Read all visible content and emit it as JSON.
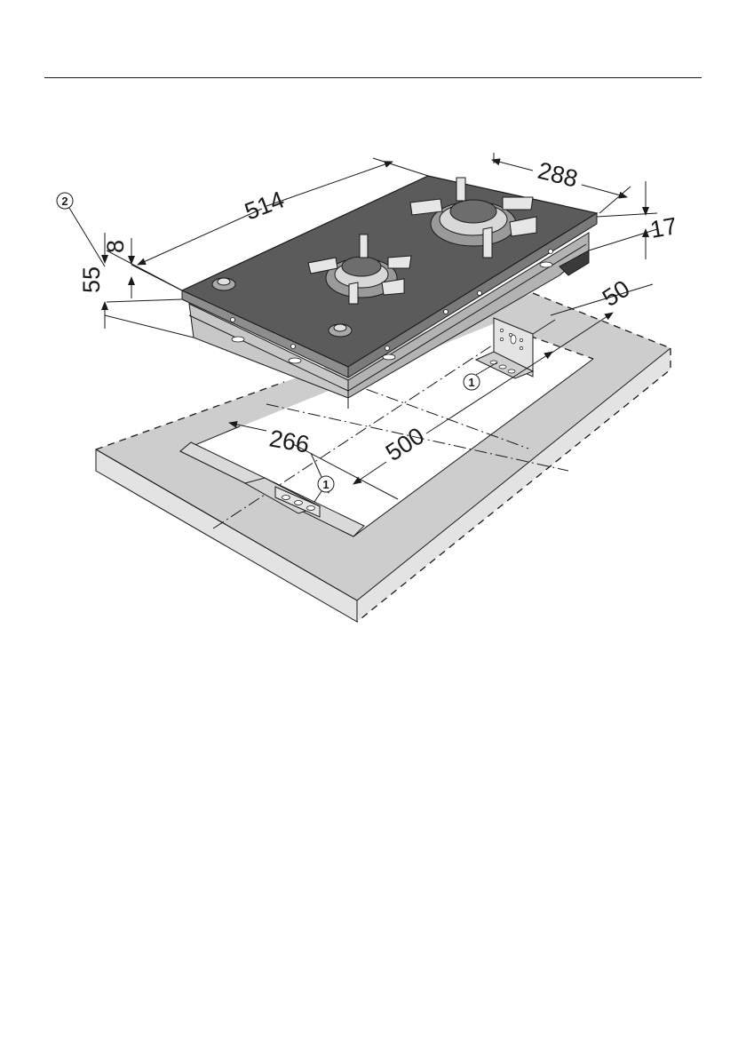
{
  "dimensions": {
    "width_total": "514",
    "depth_total": "288",
    "total_height": "55",
    "glass_thickness": "8",
    "rear_step": "17",
    "rear_offset": "50",
    "cutout_depth": "266",
    "cutout_width": "500"
  },
  "callouts": {
    "bracket_front": "1",
    "bracket_rear": "1",
    "edge_detail": "2"
  },
  "colors": {
    "glass": "#5b5b5b",
    "steel": "#c8c8c8",
    "worktop": "#cdcdcd",
    "line": "#1a1a1a"
  },
  "icons": {
    "burner": "gas-burner-icon",
    "knob": "control-knob-icon",
    "bracket": "mounting-bracket-icon"
  }
}
